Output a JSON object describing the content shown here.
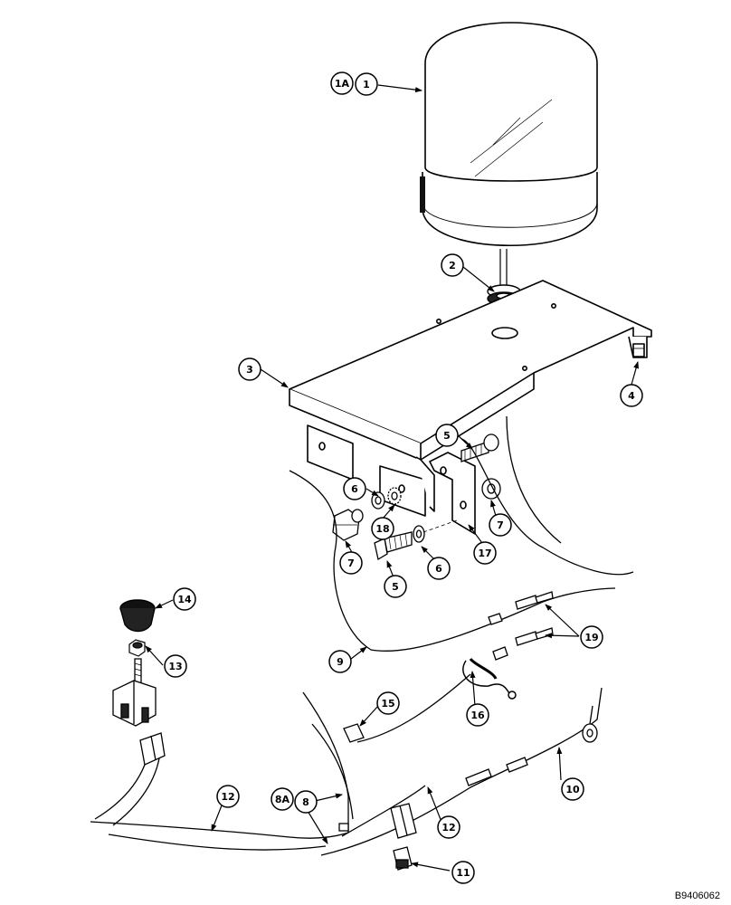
{
  "callouts": [
    {
      "id": "1A",
      "label": "1A"
    },
    {
      "id": "1",
      "label": "1"
    },
    {
      "id": "2",
      "label": "2"
    },
    {
      "id": "3",
      "label": "3"
    },
    {
      "id": "4",
      "label": "4"
    },
    {
      "id": "5a",
      "label": "5"
    },
    {
      "id": "5b",
      "label": "5"
    },
    {
      "id": "6a",
      "label": "6"
    },
    {
      "id": "6b",
      "label": "6"
    },
    {
      "id": "7a",
      "label": "7"
    },
    {
      "id": "7b",
      "label": "7"
    },
    {
      "id": "8A",
      "label": "8A"
    },
    {
      "id": "8",
      "label": "8"
    },
    {
      "id": "9",
      "label": "9"
    },
    {
      "id": "10",
      "label": "10"
    },
    {
      "id": "11",
      "label": "11"
    },
    {
      "id": "12a",
      "label": "12"
    },
    {
      "id": "12b",
      "label": "12"
    },
    {
      "id": "13",
      "label": "13"
    },
    {
      "id": "14",
      "label": "14"
    },
    {
      "id": "15",
      "label": "15"
    },
    {
      "id": "16",
      "label": "16"
    },
    {
      "id": "17",
      "label": "17"
    },
    {
      "id": "18",
      "label": "18"
    },
    {
      "id": "19",
      "label": "19"
    }
  ],
  "doc_code": "B9406062"
}
